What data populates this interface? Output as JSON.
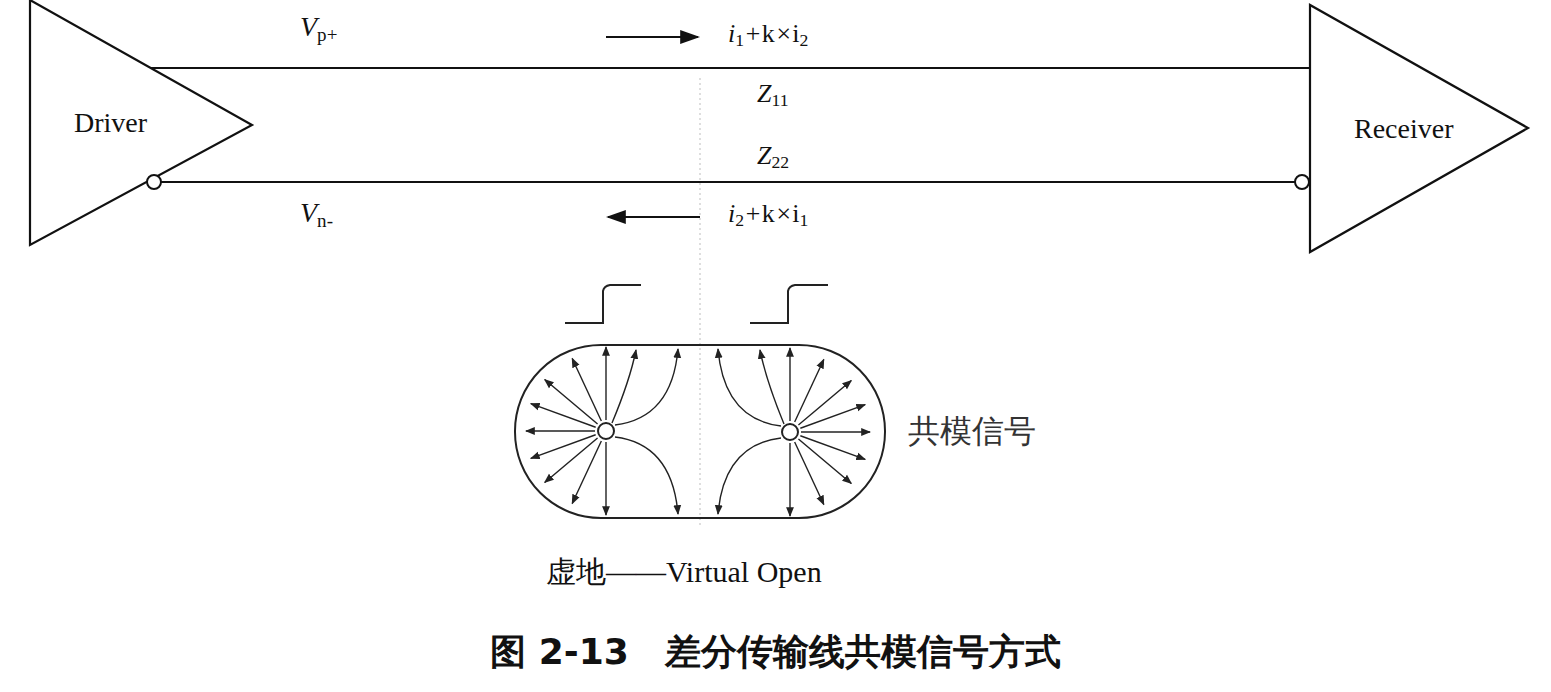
{
  "diagram": {
    "caption": "图 2-13　差分传输线共模信号方式",
    "nodes": [
      {
        "text": [
          "Driver"
        ]
      },
      {
        "text": [
          "Receiver"
        ]
      }
    ],
    "edges": [
      {
        "from": 0,
        "to": 1,
        "arrow": "none"
      },
      {
        "from": 0,
        "to": 1,
        "arrow": "none"
      }
    ],
    "labels": [
      "Vp+",
      "i1+k×i2",
      "Z11",
      "Z22",
      "Vn-",
      "i2+k×i1",
      "共模信号",
      "虚地——Virtual Open"
    ]
  }
}
